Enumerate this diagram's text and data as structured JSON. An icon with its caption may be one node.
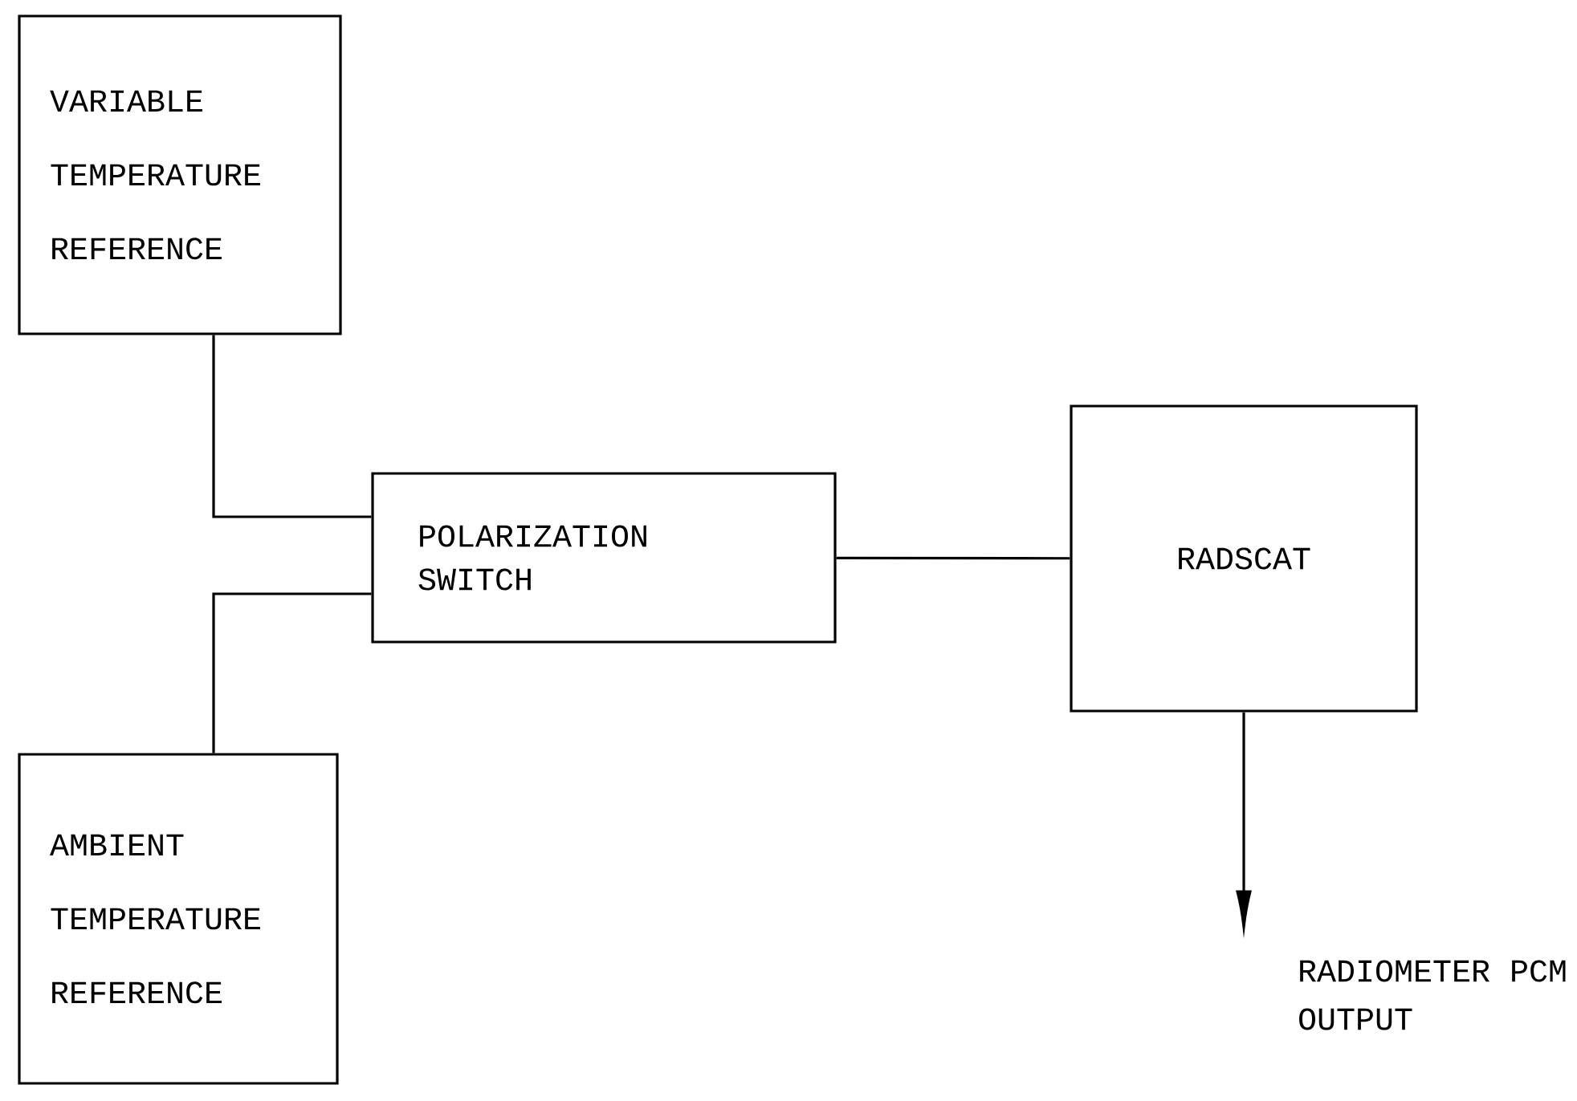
{
  "diagram": {
    "nodes": [
      {
        "text": [
          "VARIABLE TEMPERATURE REFERENCE"
        ]
      },
      {
        "text": [
          "POLARIZATION SWITCH"
        ]
      },
      {
        "text": [
          "RADSCAT"
        ]
      },
      {
        "text": [
          "AMBIENT TEMPERATURE REFERENCE"
        ]
      },
      {
        "text": [
          "RADIOMETER PCM OUTPUT"
        ]
      }
    ],
    "edges": [
      {
        "from": 0,
        "to": 1,
        "arrow": "none"
      },
      {
        "from": 3,
        "to": 1,
        "arrow": "none"
      },
      {
        "from": 1,
        "to": 2,
        "arrow": "none"
      },
      {
        "from": 2,
        "to": 4,
        "arrow": "to"
      }
    ]
  }
}
